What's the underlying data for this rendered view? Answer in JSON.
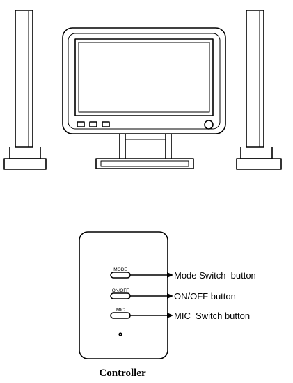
{
  "controller": {
    "caption": "Controller",
    "buttons": [
      {
        "tag": "MODE",
        "label": "Mode Switch  button"
      },
      {
        "tag": "ON/OFF",
        "label": "ON/OFF button"
      },
      {
        "tag": "MIC",
        "label": "MIC  Switch button"
      }
    ]
  }
}
